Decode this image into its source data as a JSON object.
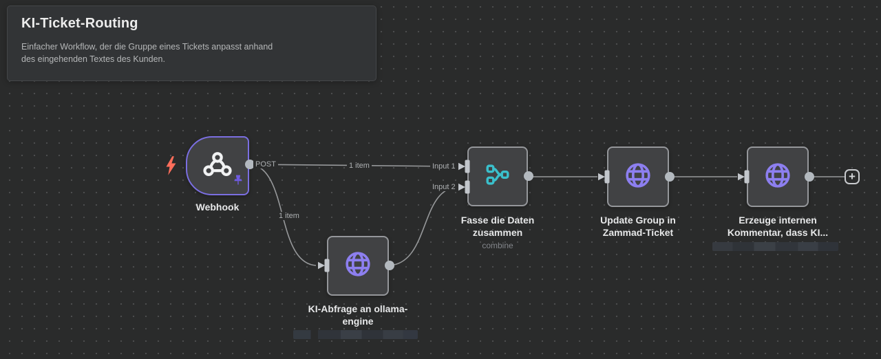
{
  "note": {
    "title": "KI-Ticket-Routing",
    "body": "Einfacher Workflow, der die Gruppe eines Tickets anpasst anhand des eingehenden Textes des Kunden."
  },
  "nodes": [
    {
      "id": "webhook",
      "label": "Webhook",
      "type": "webhook-trigger",
      "icon": "webhook-icon",
      "pinned": true
    },
    {
      "id": "ki_abfrage",
      "label": "KI-Abfrage an ollama-engine",
      "type": "http-request",
      "icon": "globe-icon"
    },
    {
      "id": "merge",
      "label": "Fasse die Daten zusammen",
      "sublabel": "combine",
      "type": "merge",
      "icon": "merge-icon"
    },
    {
      "id": "update",
      "label": "Update Group in Zammad-Ticket",
      "type": "http-request",
      "icon": "globe-icon"
    },
    {
      "id": "kommentar",
      "label": "Erzeuge internen Kommentar, dass KI...",
      "type": "http-request",
      "icon": "globe-icon"
    }
  ],
  "edge_labels": {
    "post": "POST",
    "item_top": "1 item",
    "item_branch": "1 item",
    "input1": "Input 1",
    "input2": "Input 2"
  },
  "add_button_label": "+",
  "colors": {
    "canvas_bg": "#2a2b2b",
    "node_bg": "#414244",
    "node_border": "#95979b",
    "trigger_border": "#7b6fe2",
    "accent_purple": "#8d7ff0",
    "accent_teal": "#3ac0cc",
    "bolt_orange": "#ff6e5b",
    "wire_gray": "#97999b"
  }
}
